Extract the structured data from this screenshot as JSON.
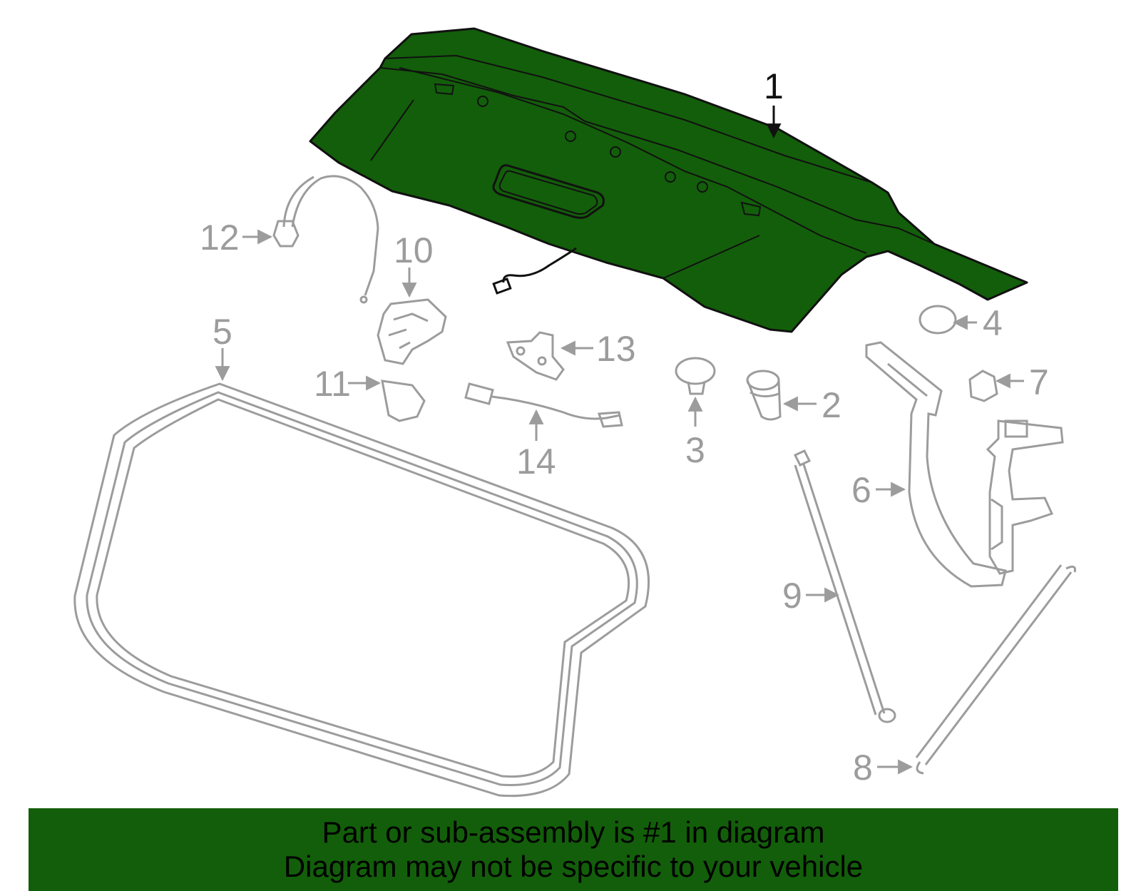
{
  "diagram": {
    "highlight_color": "#135e0a",
    "outline_color": "#111111",
    "muted_color": "#9c9c9c",
    "callouts": {
      "c1": "1",
      "c2": "2",
      "c3": "3",
      "c4": "4",
      "c5": "5",
      "c6": "6",
      "c7": "7",
      "c8": "8",
      "c9": "9",
      "c10": "10",
      "c11": "11",
      "c12": "12",
      "c13": "13",
      "c14": "14"
    }
  },
  "banner": {
    "line1": "Part or sub-assembly is #1 in diagram",
    "line2": "Diagram may not be specific to your vehicle",
    "background": "#135e0a"
  }
}
